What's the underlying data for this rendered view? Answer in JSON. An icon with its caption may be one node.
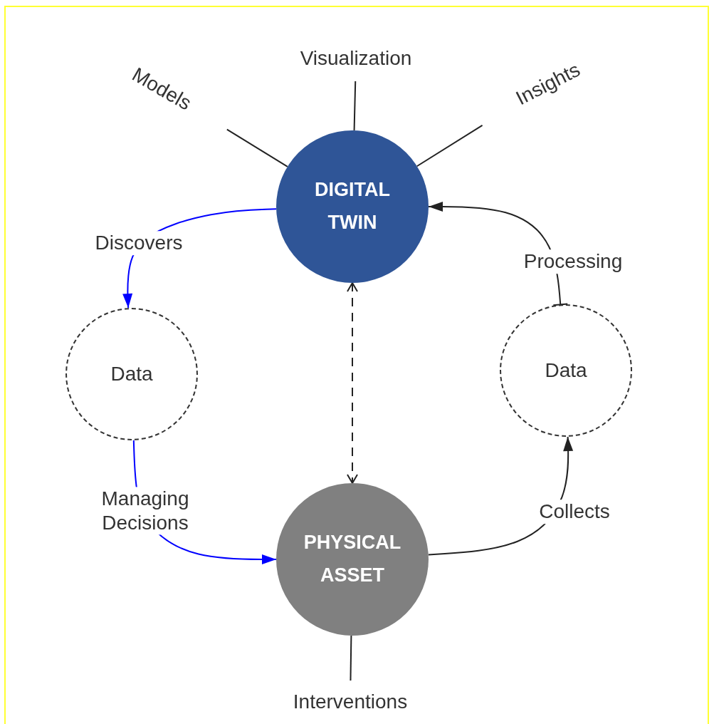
{
  "diagram": {
    "nodes": [
      {
        "text": [
          "Models"
        ]
      },
      {
        "text": [
          "Visualization"
        ]
      },
      {
        "text": [
          "Insights"
        ]
      },
      {
        "text": [
          "DIGITAL TWIN"
        ]
      },
      {
        "text": [
          "Data"
        ]
      },
      {
        "text": [
          "Data"
        ]
      },
      {
        "text": [
          "PHYSICAL ASSET"
        ]
      },
      {
        "text": [
          "Interventions"
        ]
      }
    ],
    "edges": [
      {
        "from": 3,
        "to": 0,
        "arrow": "none"
      },
      {
        "from": 3,
        "to": 1,
        "arrow": "none"
      },
      {
        "from": 3,
        "to": 2,
        "arrow": "none"
      },
      {
        "from": 3,
        "to": 4,
        "arrow": "to",
        "label": "Discovers",
        "color": "#0000ff"
      },
      {
        "from": 4,
        "to": 6,
        "arrow": "to",
        "label": "Managing Decisions",
        "color": "#0000ff"
      },
      {
        "from": 6,
        "to": 5,
        "arrow": "to",
        "label": "Collects"
      },
      {
        "from": 5,
        "to": 3,
        "arrow": "to",
        "label": "Processing"
      },
      {
        "from": 3,
        "to": 6,
        "arrow": "both",
        "style": "dashed"
      },
      {
        "from": 6,
        "to": 7,
        "arrow": "none"
      }
    ]
  }
}
